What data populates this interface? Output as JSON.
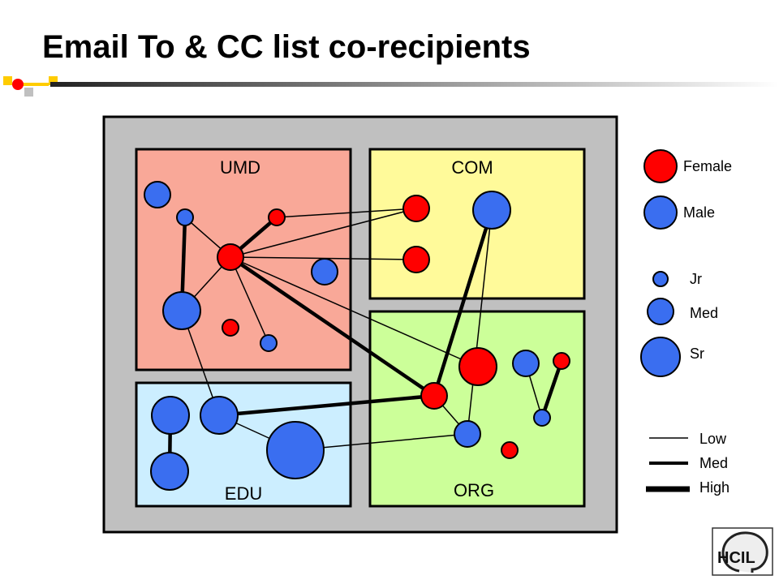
{
  "title": "Email To & CC list co-recipients",
  "colors": {
    "female": "#ff0000",
    "male": "#3a6ef0",
    "umd": "#f9a898",
    "com": "#fffa9a",
    "org": "#ccff99",
    "edu": "#cceeff",
    "frame": "#c0c0c0",
    "accent": "#ffcc00"
  },
  "groups": {
    "umd": "UMD",
    "com": "COM",
    "org": "ORG",
    "edu": "EDU"
  },
  "legend": {
    "gender": [
      {
        "label": "Female",
        "color": "female"
      },
      {
        "label": "Male",
        "color": "male"
      }
    ],
    "seniority": [
      {
        "label": "Jr",
        "level": "jr"
      },
      {
        "label": "Med",
        "level": "med"
      },
      {
        "label": "Sr",
        "level": "sr"
      }
    ],
    "ties": [
      {
        "label": "Low",
        "level": "low"
      },
      {
        "label": "Med",
        "level": "med"
      },
      {
        "label": "High",
        "level": "high"
      }
    ]
  },
  "nodes": [
    {
      "id": "u1",
      "group": "umd",
      "gender": "male",
      "size": "med"
    },
    {
      "id": "u2",
      "group": "umd",
      "gender": "male",
      "size": "jr"
    },
    {
      "id": "u3",
      "group": "umd",
      "gender": "female",
      "size": "jr"
    },
    {
      "id": "u4",
      "group": "umd",
      "gender": "female",
      "size": "med"
    },
    {
      "id": "u5",
      "group": "umd",
      "gender": "male",
      "size": "med"
    },
    {
      "id": "u6",
      "group": "umd",
      "gender": "male",
      "size": "sr"
    },
    {
      "id": "u7",
      "group": "umd",
      "gender": "female",
      "size": "jr"
    },
    {
      "id": "u8",
      "group": "umd",
      "gender": "male",
      "size": "jr"
    },
    {
      "id": "c1",
      "group": "com",
      "gender": "female",
      "size": "med"
    },
    {
      "id": "c2",
      "group": "com",
      "gender": "male",
      "size": "sr"
    },
    {
      "id": "c3",
      "group": "com",
      "gender": "female",
      "size": "med"
    },
    {
      "id": "o1",
      "group": "org",
      "gender": "female",
      "size": "sr"
    },
    {
      "id": "o2",
      "group": "org",
      "gender": "male",
      "size": "med"
    },
    {
      "id": "o3",
      "group": "org",
      "gender": "female",
      "size": "jr"
    },
    {
      "id": "o4",
      "group": "org",
      "gender": "female",
      "size": "med"
    },
    {
      "id": "o5",
      "group": "org",
      "gender": "male",
      "size": "jr"
    },
    {
      "id": "o6",
      "group": "org",
      "gender": "male",
      "size": "med"
    },
    {
      "id": "o7",
      "group": "org",
      "gender": "female",
      "size": "jr"
    },
    {
      "id": "e1",
      "group": "edu",
      "gender": "male",
      "size": "sr"
    },
    {
      "id": "e2",
      "group": "edu",
      "gender": "male",
      "size": "sr"
    },
    {
      "id": "e3",
      "group": "edu",
      "gender": "male",
      "size": "sr"
    },
    {
      "id": "e4",
      "group": "edu",
      "gender": "male",
      "size": "xl"
    }
  ],
  "edges": [
    {
      "from": "u2",
      "to": "u6",
      "weight": "med"
    },
    {
      "from": "u2",
      "to": "u4",
      "weight": "low"
    },
    {
      "from": "u3",
      "to": "u4",
      "weight": "med"
    },
    {
      "from": "u3",
      "to": "c1",
      "weight": "low"
    },
    {
      "from": "u4",
      "to": "c1",
      "weight": "low"
    },
    {
      "from": "u4",
      "to": "c3",
      "weight": "low"
    },
    {
      "from": "u4",
      "to": "u6",
      "weight": "low"
    },
    {
      "from": "u4",
      "to": "u8",
      "weight": "low"
    },
    {
      "from": "u4",
      "to": "o4",
      "weight": "med"
    },
    {
      "from": "u4",
      "to": "o1",
      "weight": "low"
    },
    {
      "from": "u6",
      "to": "e2",
      "weight": "low"
    },
    {
      "from": "c2",
      "to": "o4",
      "weight": "med"
    },
    {
      "from": "c2",
      "to": "o6",
      "weight": "low"
    },
    {
      "from": "o4",
      "to": "e2",
      "weight": "med"
    },
    {
      "from": "o4",
      "to": "o6",
      "weight": "low"
    },
    {
      "from": "o6",
      "to": "e4",
      "weight": "low"
    },
    {
      "from": "e2",
      "to": "e4",
      "weight": "low"
    },
    {
      "from": "e1",
      "to": "e3",
      "weight": "med"
    },
    {
      "from": "o2",
      "to": "o5",
      "weight": "low"
    },
    {
      "from": "o3",
      "to": "o5",
      "weight": "med"
    }
  ],
  "logo": {
    "text": "HCIL"
  }
}
